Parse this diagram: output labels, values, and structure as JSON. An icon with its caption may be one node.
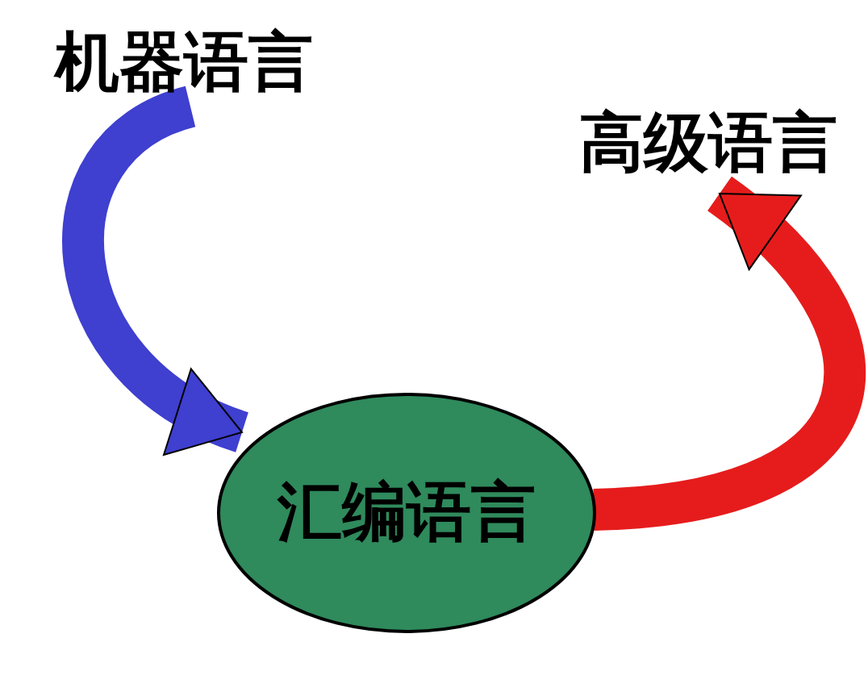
{
  "diagram": {
    "nodes": [
      {
        "text": [
          "机器语言"
        ]
      },
      {
        "text": [
          "高级语言"
        ]
      },
      {
        "text": [
          "汇编语言"
        ]
      }
    ],
    "edges": [
      {
        "from": 0,
        "to": 2,
        "arrow": "to",
        "color": "#3f3fd0"
      },
      {
        "from": 2,
        "to": 1,
        "arrow": "to",
        "color": "#e61c1c"
      }
    ]
  }
}
